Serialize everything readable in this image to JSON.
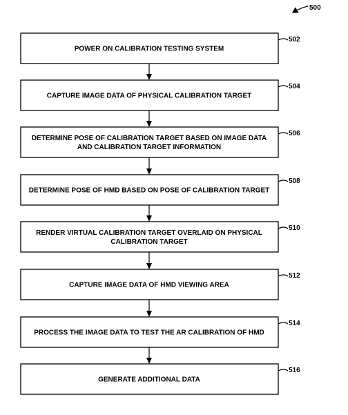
{
  "figure": {
    "number": "500"
  },
  "steps": [
    {
      "ref": "502",
      "lines": [
        "POWER ON CALIBRATION TESTING SYSTEM"
      ]
    },
    {
      "ref": "504",
      "lines": [
        "CAPTURE IMAGE DATA OF PHYSICAL CALIBRATION TARGET"
      ]
    },
    {
      "ref": "506",
      "lines": [
        "DETERMINE POSE OF CALIBRATION TARGET BASED ON IMAGE DATA",
        "AND CALIBRATION TARGET INFORMATION"
      ]
    },
    {
      "ref": "508",
      "lines": [
        "DETERMINE POSE OF HMD BASED ON POSE OF CALIBRATION TARGET"
      ]
    },
    {
      "ref": "510",
      "lines": [
        "RENDER VIRTUAL CALIBRATION TARGET OVERLAID ON PHYSICAL",
        "CALIBRATION TARGET"
      ]
    },
    {
      "ref": "512",
      "lines": [
        "CAPTURE IMAGE DATA OF HMD VIEWING AREA"
      ]
    },
    {
      "ref": "514",
      "lines": [
        "PROCESS THE IMAGE DATA TO TEST THE AR CALIBRATION OF HMD"
      ]
    },
    {
      "ref": "516",
      "lines": [
        "GENERATE ADDITIONAL DATA"
      ]
    }
  ]
}
